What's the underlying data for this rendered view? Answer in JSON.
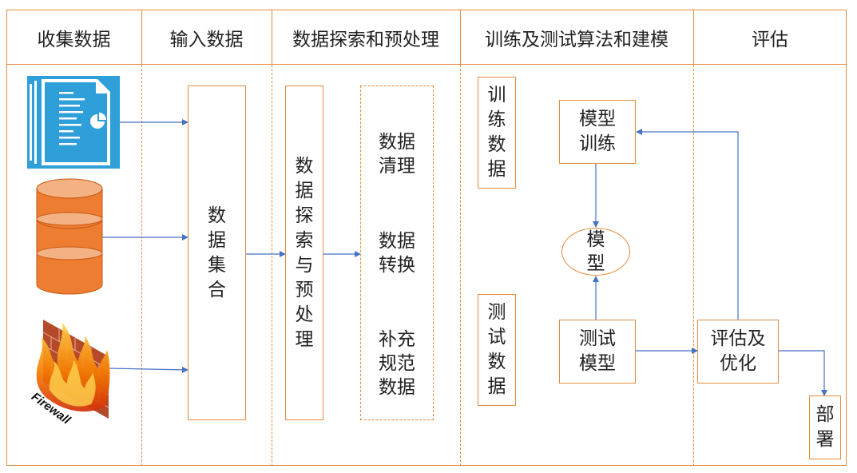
{
  "stages": [
    "收集数据",
    "输入数据",
    "数据探索和预处理",
    "训练及测试算法和建模",
    "评估"
  ],
  "dataset_box": "数\n据\n集\n合",
  "explore_box": "数\n据\n探\n索\n与\n预\n处\n理",
  "preprocess_steps": [
    "数据\n清理",
    "数据\n转换",
    "补充\n规范\n数据"
  ],
  "train_data": "训\n练\n数\n据",
  "test_data": "测\n试\n数\n据",
  "model_train": "模型\n训练",
  "model": "模\n型",
  "model_test": "测试\n模型",
  "eval_optimize": "评估及\n优化",
  "deploy": "部\n署",
  "firewall_label": "Firewall",
  "colors": {
    "border": "#e58a3c",
    "arrow": "#4472c4",
    "doc_blue": "#2e9fd8",
    "db_orange": "#ed7d31"
  },
  "icons": [
    "document-icon",
    "database-icon",
    "firewall-icon"
  ]
}
